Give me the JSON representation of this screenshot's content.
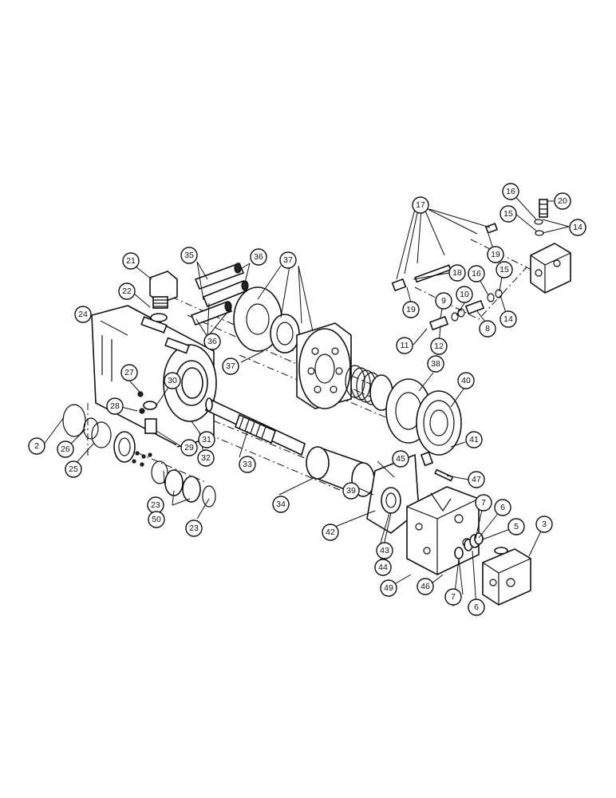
{
  "callouts": [
    "2",
    "3",
    "5",
    "6",
    "6",
    "7",
    "7",
    "8",
    "9",
    "10",
    "11",
    "12",
    "14",
    "14",
    "15",
    "15",
    "16",
    "16",
    "17",
    "18",
    "19",
    "19",
    "20",
    "21",
    "22",
    "23",
    "23",
    "24",
    "25",
    "26",
    "27",
    "28",
    "29",
    "30",
    "31",
    "32",
    "33",
    "34",
    "35",
    "36",
    "36",
    "37",
    "37",
    "38",
    "39",
    "40",
    "41",
    "42",
    "43",
    "44",
    "45",
    "46",
    "47",
    "49",
    "50"
  ],
  "colors": {
    "line": "#111111",
    "background": "#ffffff"
  }
}
